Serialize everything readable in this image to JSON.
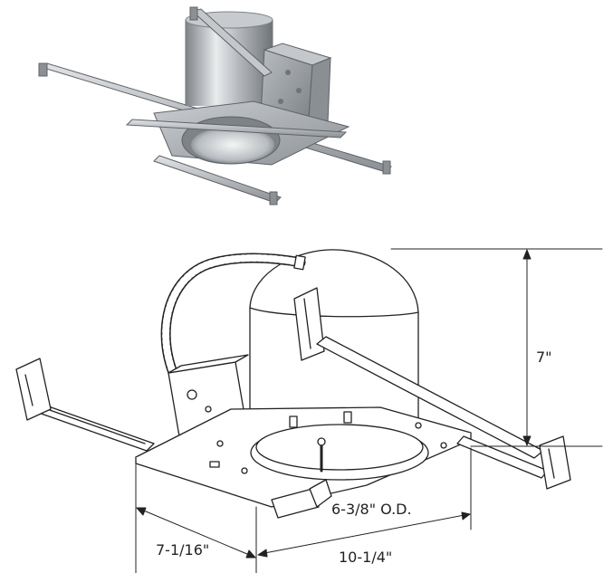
{
  "figure": {
    "dimensions": {
      "height": "7\"",
      "outer_diameter": "6-3/8\" O.D.",
      "depth": "7-1/16\"",
      "length": "10-1/4\""
    },
    "colors": {
      "line": "#222222",
      "metal_light": "#d9dcdf",
      "metal_mid": "#a9adb2",
      "metal_dark": "#5f6368",
      "housing_light": "#eceeef",
      "housing_dark": "#7e8388"
    }
  }
}
